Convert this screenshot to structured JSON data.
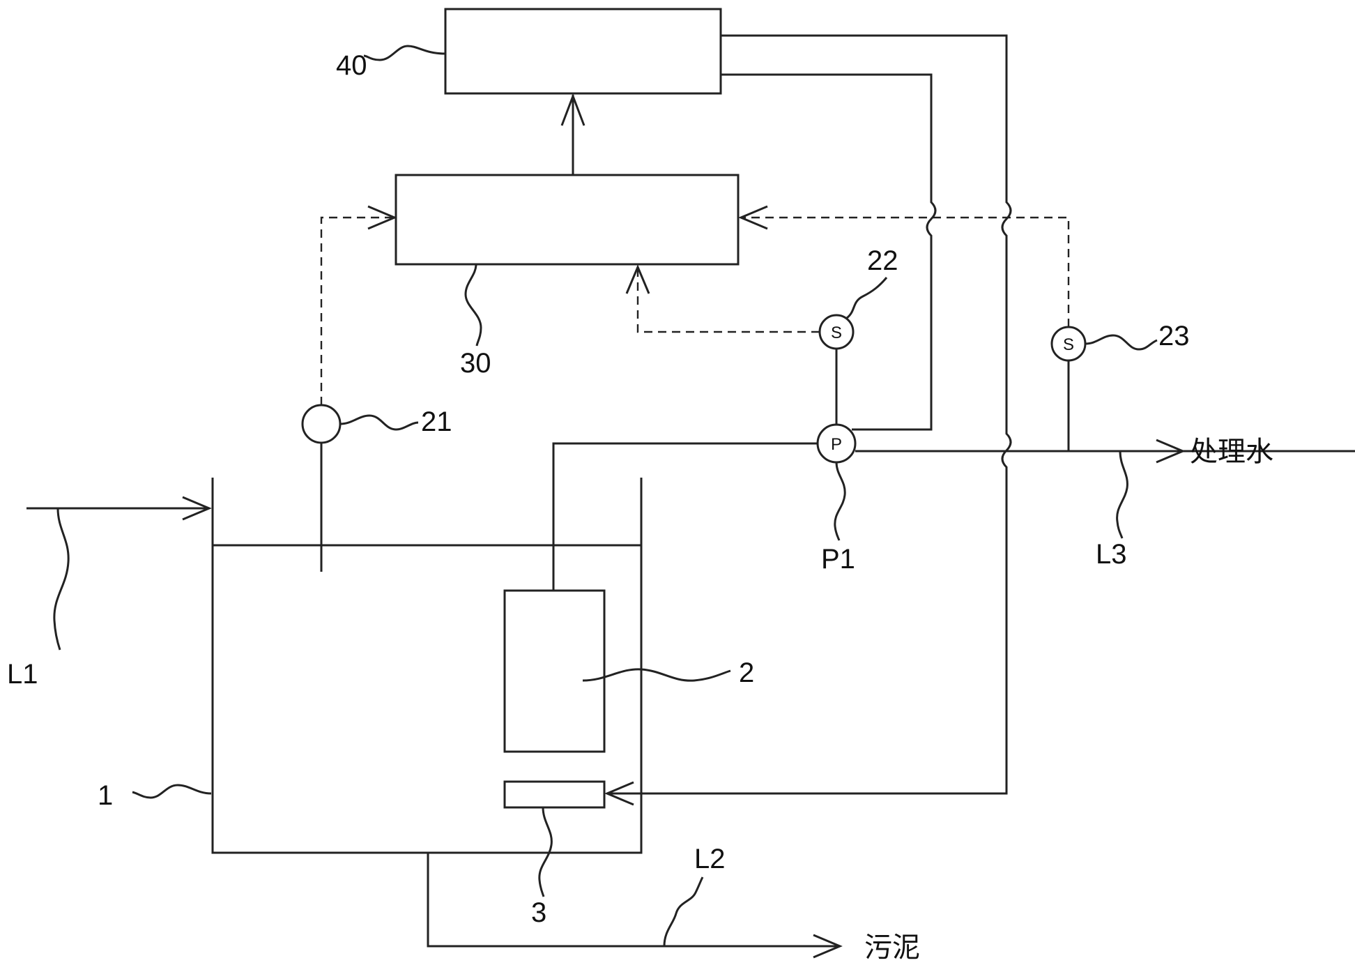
{
  "labels": {
    "unit_40": "40",
    "unit_30": "30",
    "sensor_21": "21",
    "sensor_22": "22",
    "sensor_23": "23",
    "tank_1": "1",
    "membrane_2": "2",
    "diffuser_3": "3",
    "line_l1": "L1",
    "line_l2": "L2",
    "line_l3": "L3",
    "pump_p1": "P1"
  },
  "symbols": {
    "sensor_glyph": "S",
    "pump_glyph": "P"
  },
  "outputs": {
    "treated_water": "处理水",
    "sludge": "污泥"
  }
}
